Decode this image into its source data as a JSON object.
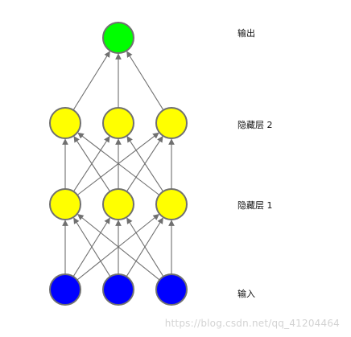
{
  "diagram": {
    "layers": [
      {
        "id": "output",
        "label": "输出",
        "nodes": 1,
        "color": "#00ff00"
      },
      {
        "id": "hidden2",
        "label": "隐藏层 2",
        "nodes": 3,
        "color": "#ffff00"
      },
      {
        "id": "hidden1",
        "label": "隐藏层 1",
        "nodes": 3,
        "color": "#ffff00"
      },
      {
        "id": "input",
        "label": "输入",
        "nodes": 3,
        "color": "#0000ff"
      }
    ],
    "colors": {
      "node_stroke": "#707070",
      "edge": "#707070",
      "label_text": "#111111",
      "watermark": "#d3d3d3"
    },
    "watermark": "https://blog.csdn.net/qq_41204464"
  }
}
